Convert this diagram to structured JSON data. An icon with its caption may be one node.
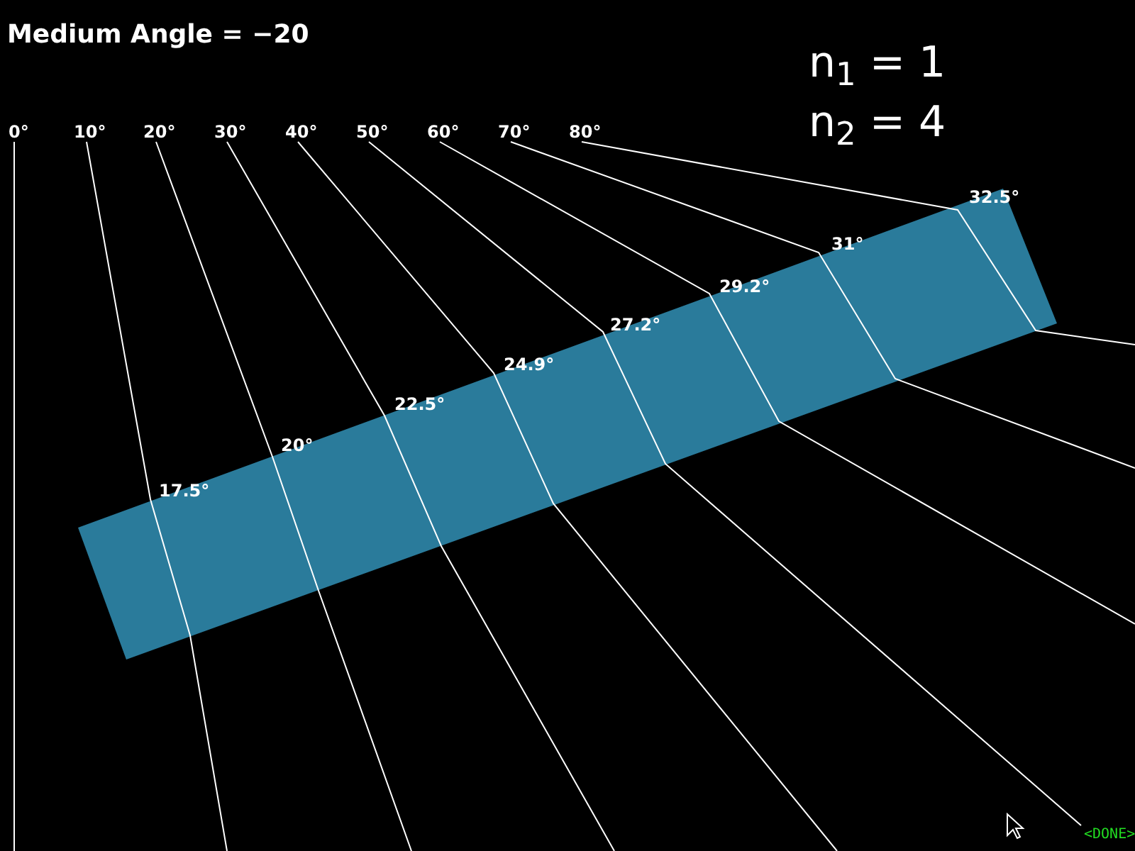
{
  "diagram": {
    "labels": [
      "Medium Angle = −20",
      "n$_{1}$ = 1",
      "n$_{2}$ = 4",
      "0°",
      "10°",
      "20°",
      "30°",
      "40°",
      "50°",
      "60°",
      "70°",
      "80°",
      "32.5°",
      "31°",
      "29.2°",
      "27.2°",
      "24.9°",
      "22.5°",
      "20°",
      "17.5°",
      "<DONE>"
    ]
  }
}
